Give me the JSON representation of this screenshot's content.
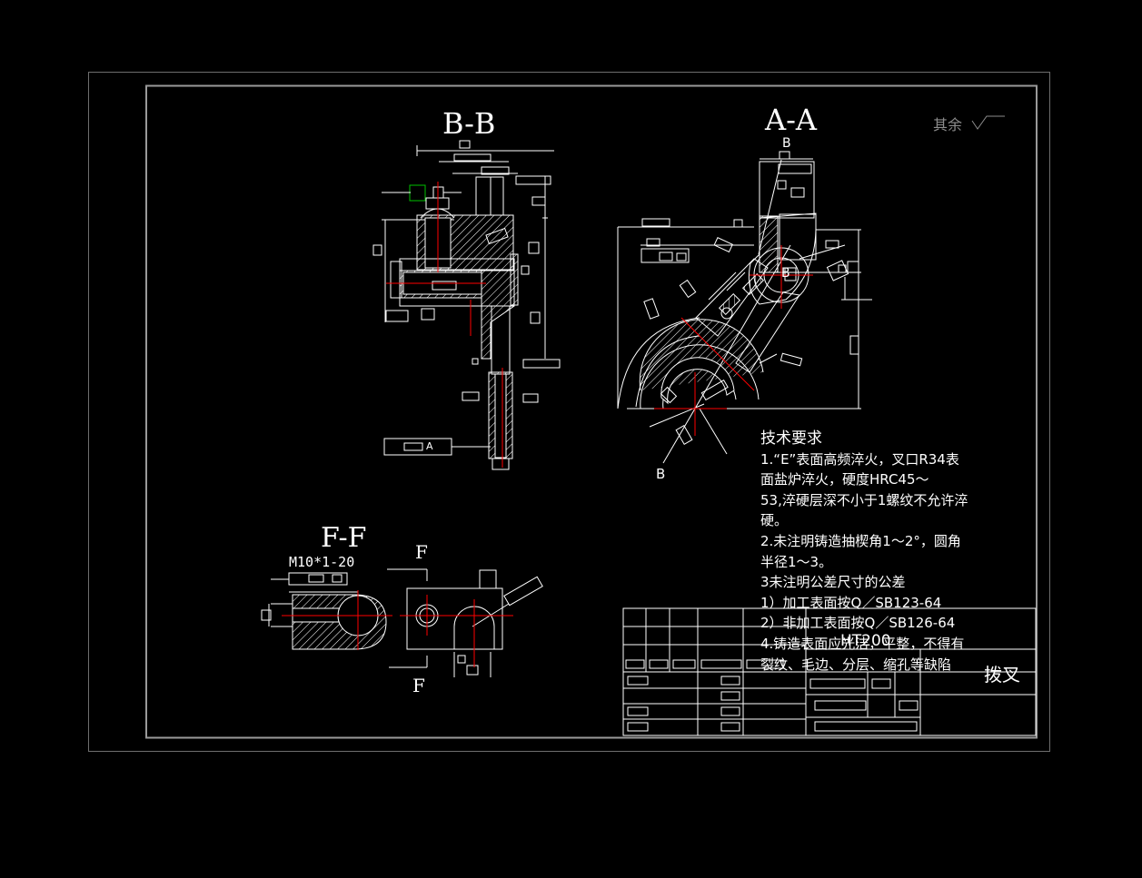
{
  "sections": {
    "bb": "B-B",
    "aa": "A-A",
    "ff": "F-F"
  },
  "markers": {
    "aa_top_b": "B",
    "aa_bottom_b": "B",
    "aa_circle_b": "B",
    "bb_a": "A",
    "ff_top": "F",
    "ff_bottom": "F"
  },
  "roughness_note": "其余",
  "thread_label": "M10*1-20",
  "tech_requirements": {
    "title": "技术要求",
    "lines": [
      "1.“E”表面高频淬火，叉口R34表",
      "面盐炉淬火，硬度HRC45～",
      "53,淬硬层深不小于1螺纹不允许淬",
      "硬。",
      "2.未注明铸造抽楔角1～2°，圆角",
      "半径1～3。",
      "3未注明公差尺寸的公差",
      "  1）加工表面按Q／SB123-64",
      "  2）非加工表面按Q／SB126-64",
      "4.铸造表面应光洁，平整，不得有",
      "裂纹、毛边、分层、缩孔等缺陷"
    ]
  },
  "title_block": {
    "material": "HT200",
    "part_name": "拨叉"
  },
  "colors": {
    "background": "#000000",
    "line": "#ffffff",
    "center_line": "#ff0000",
    "selection": "#00c000",
    "border_outer": "#6e6e6e",
    "border_inner": "#9a9a9a"
  }
}
